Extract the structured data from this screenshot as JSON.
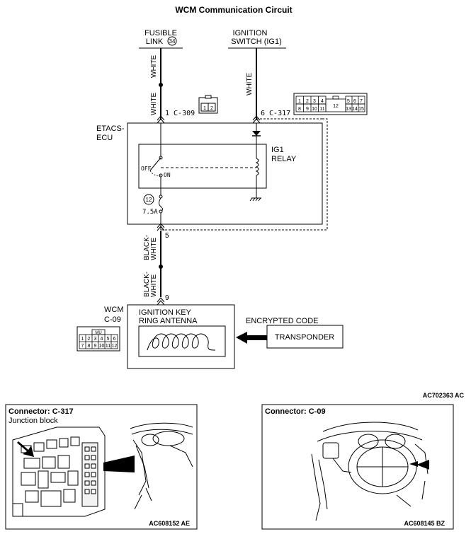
{
  "title": "WCM Communication Circuit",
  "fusible_link": {
    "line1": "FUSIBLE",
    "line2": "LINK",
    "number": "34"
  },
  "ignition_switch": {
    "line1": "IGNITION",
    "line2": "SWITCH (IG1)"
  },
  "wire_colors": {
    "white_top": "WHITE",
    "white_lower": "WHITE",
    "white_ig": "WHITE",
    "bw_upper_1": "BLACK-",
    "bw_upper_2": "WHITE",
    "bw_lower_1": "BLACK-",
    "bw_lower_2": "WHITE"
  },
  "pins": {
    "c309": "1 C-309",
    "c317": "6 C-317",
    "pin5": "5",
    "pin9": "9"
  },
  "etacs": {
    "line1": "ETACS-",
    "line2": "ECU"
  },
  "relay": {
    "line1": "IG1",
    "line2": "RELAY",
    "off": "OFF",
    "on": "ON"
  },
  "fuse": {
    "number": "12",
    "rating": "7.5A"
  },
  "wcm": {
    "line1": "WCM",
    "line2": "C-09",
    "antenna_line1": "IGNITION KEY",
    "antenna_line2": "RING ANTENNA"
  },
  "encrypted_code": "ENCRYPTED CODE",
  "transponder": "TRANSPONDER",
  "conn_c309": {
    "pins": [
      "1",
      "2"
    ]
  },
  "conn_c317": {
    "top": [
      "1",
      "2",
      "3",
      "4",
      "5",
      "6",
      "7"
    ],
    "bottom": [
      "8",
      "9",
      "10",
      "11",
      "13",
      "14",
      "15"
    ],
    "middle": "12"
  },
  "conn_c09": {
    "tag": "MU",
    "top": [
      "1",
      "2",
      "3",
      "4",
      "5",
      "6"
    ],
    "bottom": [
      "7",
      "8",
      "9",
      "10",
      "11",
      "12"
    ]
  },
  "diagram_id": "AC702363 AC",
  "panel_left": {
    "title": "Connector: C-317",
    "subtitle": "Junction block",
    "id": "AC608152 AE"
  },
  "panel_right": {
    "title": "Connector: C-09",
    "id": "AC608145 BZ"
  }
}
